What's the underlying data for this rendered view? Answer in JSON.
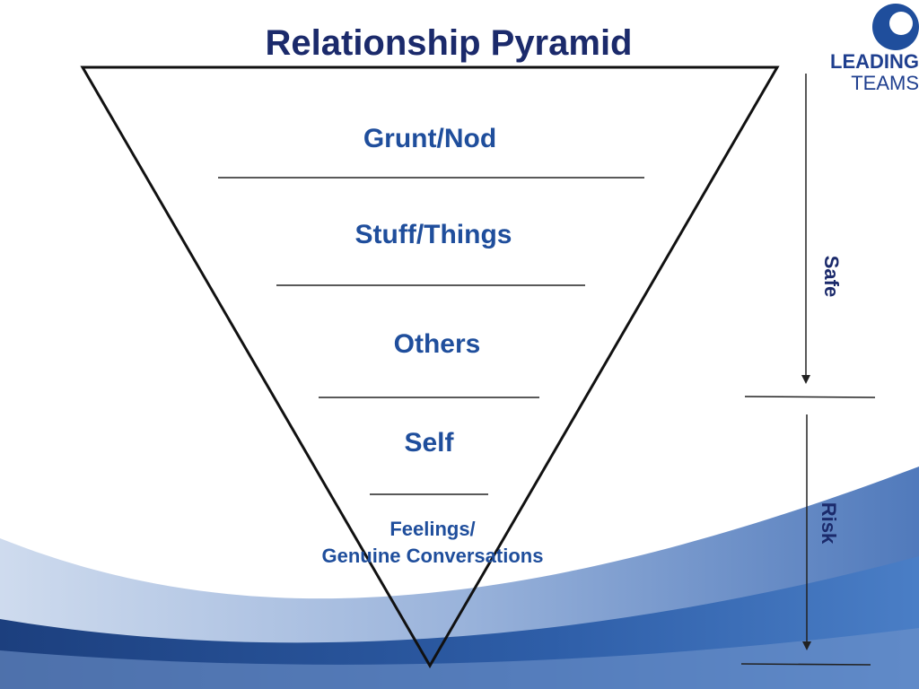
{
  "title": "Relationship Pyramid",
  "logo": {
    "line1": "LEADING",
    "line2": "TEAMS"
  },
  "levels": [
    {
      "label": "Grunt/Nod"
    },
    {
      "label": "Stuff/Things"
    },
    {
      "label": "Others"
    },
    {
      "label": "Self"
    },
    {
      "label": "Feelings/",
      "label2": "Genuine Conversations"
    }
  ],
  "side": {
    "safe": "Safe",
    "risk": "Risk"
  },
  "colors": {
    "title": "#1b2a6b",
    "level_text": "#1f4e9c",
    "wave_dark": "#1e4e96",
    "wave_light": "#9db7dc"
  }
}
